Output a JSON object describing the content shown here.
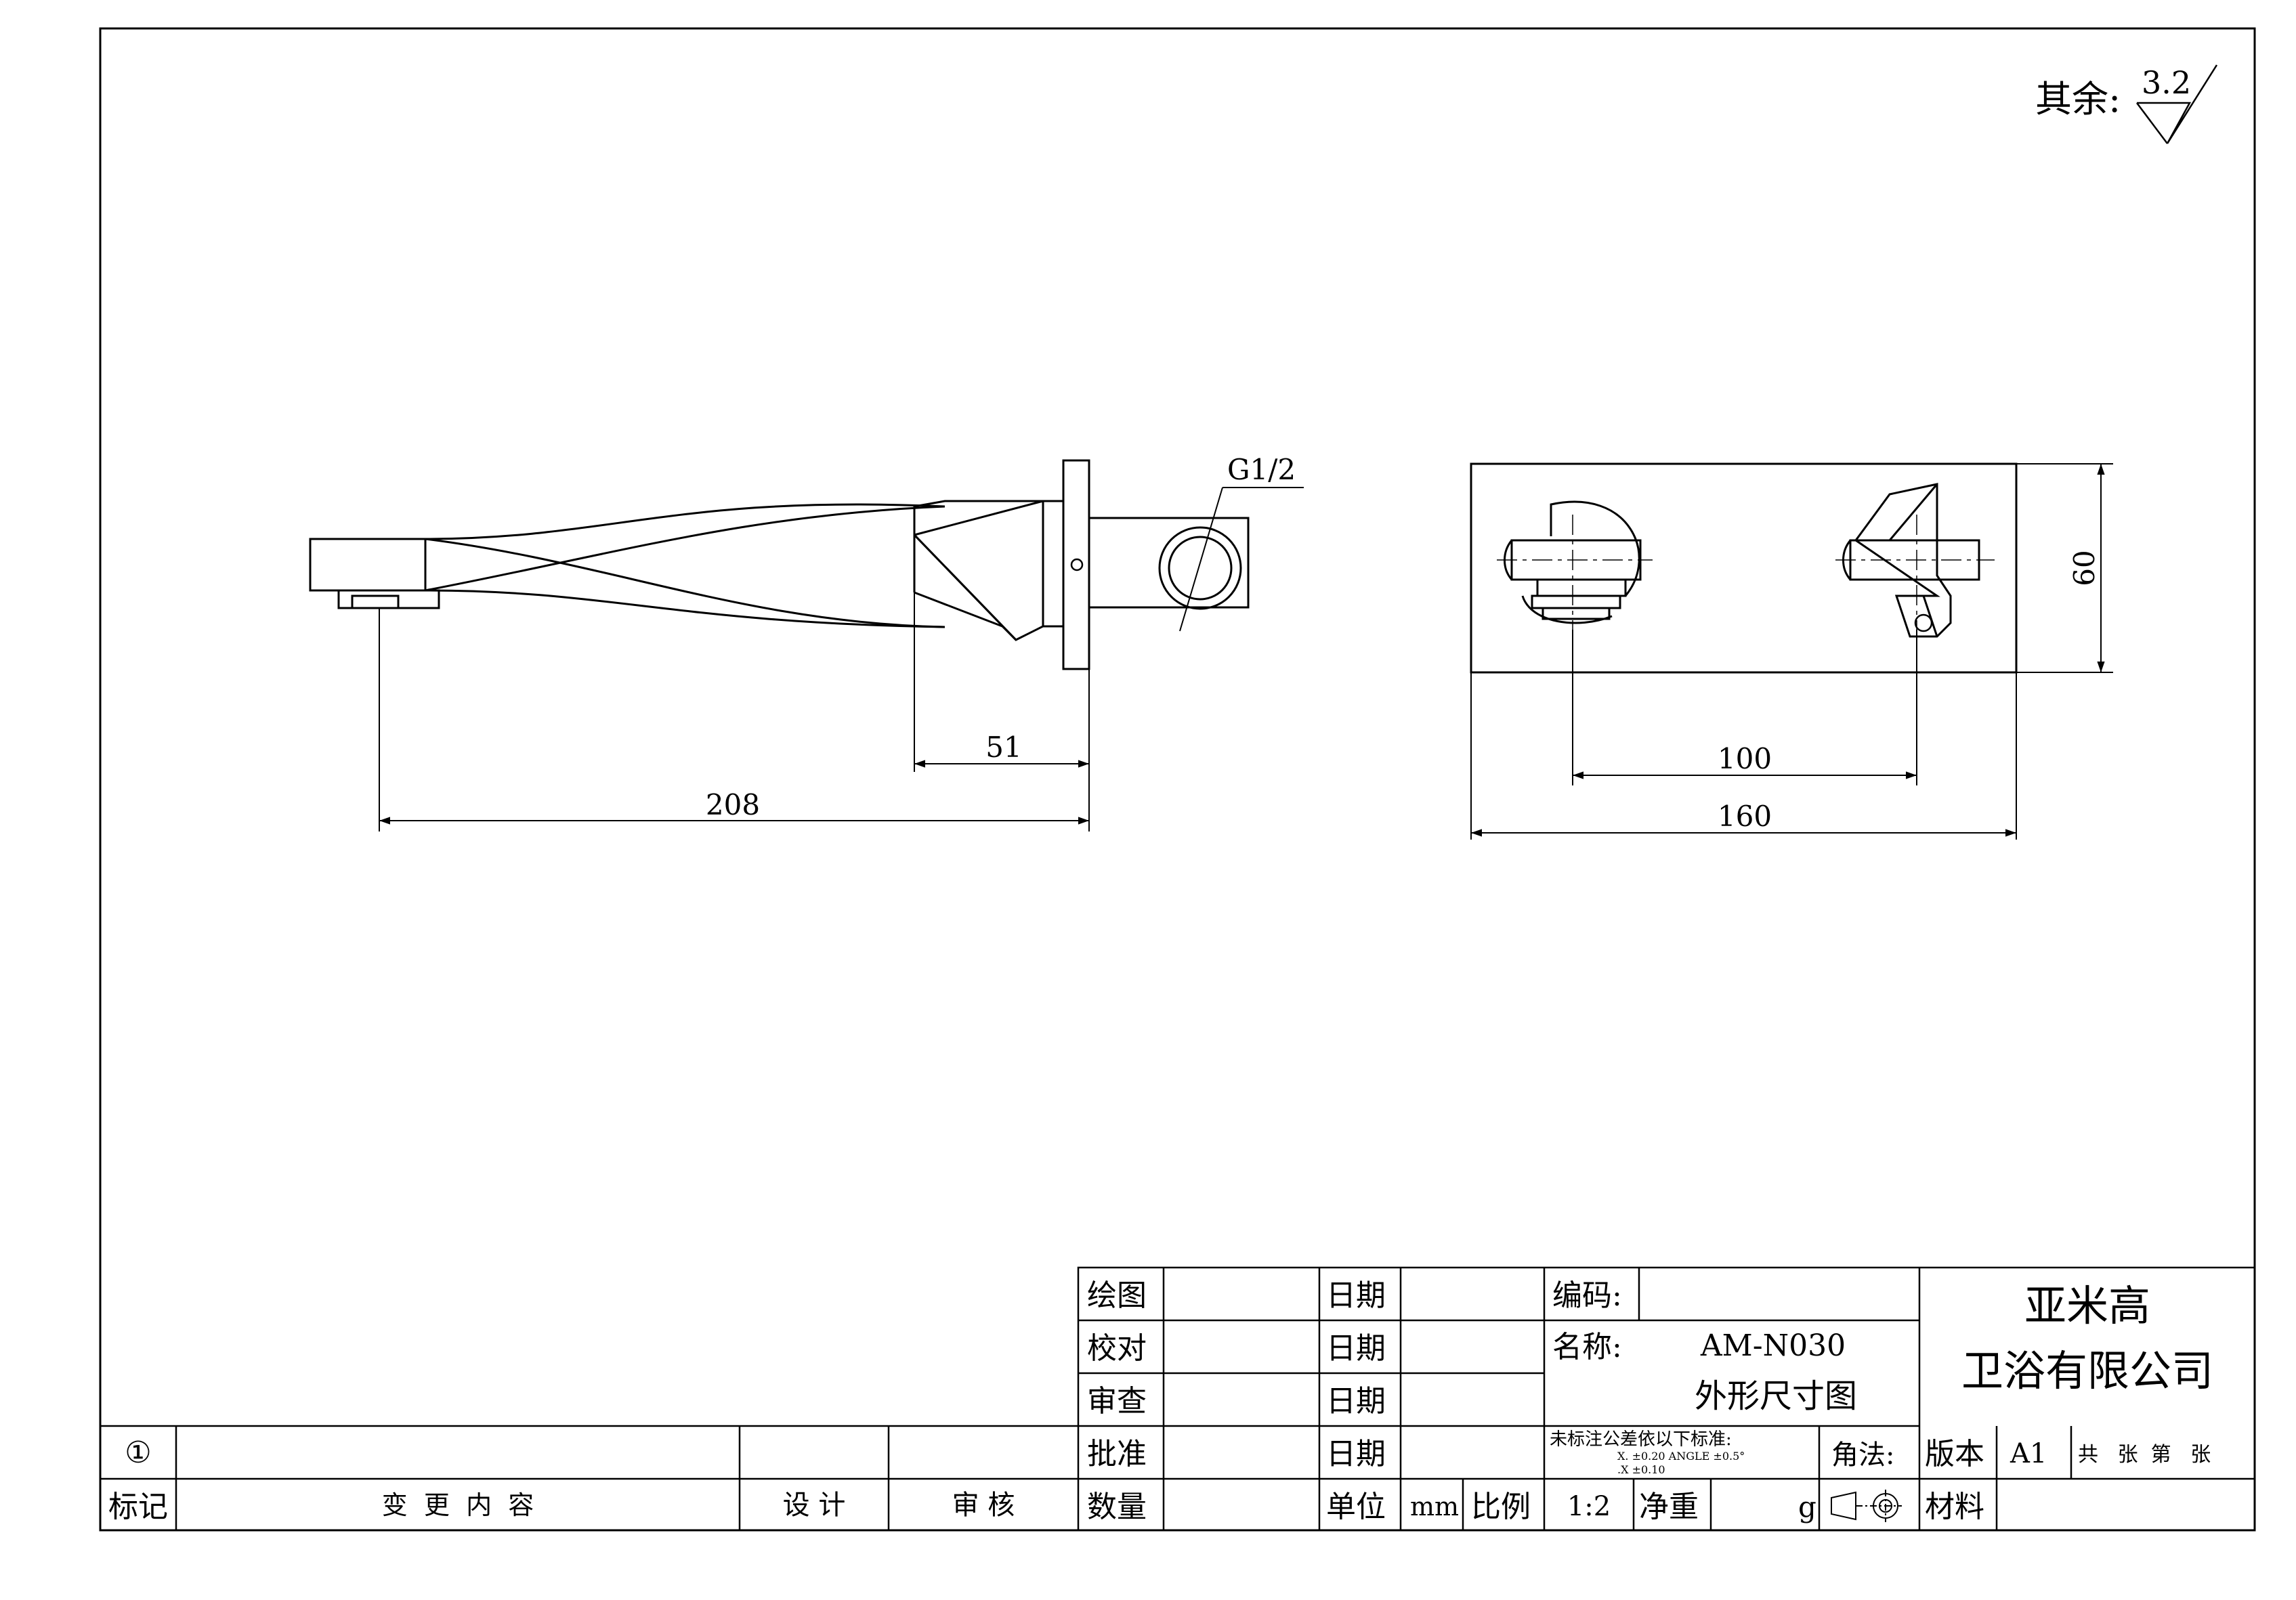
{
  "surface_finish": {
    "label": "其余:",
    "value": "3.2"
  },
  "side_view": {
    "dim_208": "208",
    "dim_51": "51",
    "thread_label": "G1/2"
  },
  "front_view": {
    "dim_100": "100",
    "dim_160": "160",
    "dim_60": "60"
  },
  "title_block": {
    "rows": [
      {
        "label": "绘图",
        "date_label": "日期"
      },
      {
        "label": "校对",
        "date_label": "日期"
      },
      {
        "label": "审查",
        "date_label": "日期"
      },
      {
        "label": "批准",
        "date_label": "日期"
      },
      {
        "label": "数量",
        "date_label": "单位"
      }
    ],
    "unit_value": "mm",
    "scale_label": "比例",
    "scale_value": "1:2",
    "weight_label": "净重",
    "weight_unit": "g",
    "code_label": "编码:",
    "name_label": "名称:",
    "model": "AM-N030",
    "drawing_name": "外形尺寸图",
    "company_line1": "亚米高",
    "company_line2": "卫浴有限公司",
    "tolerance_title": "未标注公差依以下标准:",
    "tolerance_line1": "X.        ±0.20  ANGLE  ±0.5°",
    "tolerance_line2": ".X        ±0.10",
    "projection_label": "角法:",
    "version_label": "版本",
    "version_value": "A1",
    "sheets_text": "共   张  第   张",
    "material_label": "材料"
  },
  "revision_block": {
    "mark": "①",
    "header_mark": "标记",
    "header_content": "变  更  内  容",
    "header_design": "设 计",
    "header_review": "审 核"
  }
}
